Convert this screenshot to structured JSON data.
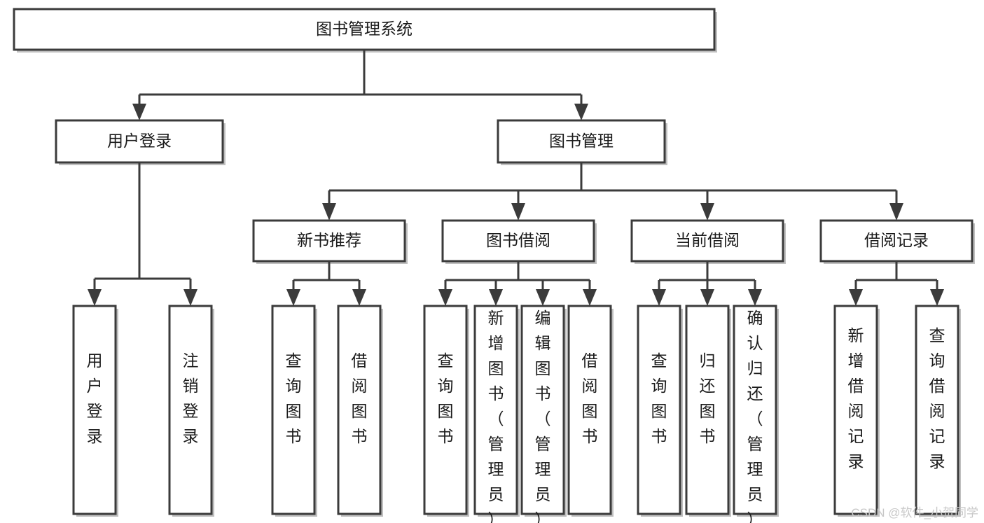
{
  "diagram": {
    "type": "tree",
    "title": "图书管理系统",
    "orientation": "top-down",
    "style": {
      "box_fill": "#ffffff",
      "box_stroke": "#3b3b3b",
      "text_color": "#1b1b1b",
      "watermark_color": "#c8c8c8"
    },
    "levels": {
      "root": {
        "label": "图书管理系统"
      },
      "level2": [
        {
          "label": "用户登录"
        },
        {
          "label": "图书管理"
        }
      ],
      "level3": [
        {
          "label": "新书推荐"
        },
        {
          "label": "图书借阅"
        },
        {
          "label": "当前借阅"
        },
        {
          "label": "借阅记录"
        }
      ],
      "leaves": {
        "user_login": [
          "用户登录",
          "注销登录"
        ],
        "new_book_recommend": [
          "查询图书",
          "借阅图书"
        ],
        "book_borrow": [
          "查询图书",
          "新增图书（管理员）",
          "编辑图书（管理员）",
          "借阅图书"
        ],
        "current_borrow": [
          "查询图书",
          "归还图书",
          "确认归还（管理员）"
        ],
        "borrow_record": [
          "新增借阅记录",
          "查询借阅记录"
        ]
      }
    },
    "edges": [
      {
        "from": "图书管理系统",
        "to": "用户登录"
      },
      {
        "from": "图书管理系统",
        "to": "图书管理"
      },
      {
        "from": "用户登录",
        "to": "用户登录"
      },
      {
        "from": "用户登录",
        "to": "注销登录"
      },
      {
        "from": "图书管理",
        "to": "新书推荐"
      },
      {
        "from": "图书管理",
        "to": "图书借阅"
      },
      {
        "from": "图书管理",
        "to": "当前借阅"
      },
      {
        "from": "图书管理",
        "to": "借阅记录"
      },
      {
        "from": "新书推荐",
        "to": "查询图书"
      },
      {
        "from": "新书推荐",
        "to": "借阅图书"
      },
      {
        "from": "图书借阅",
        "to": "查询图书"
      },
      {
        "from": "图书借阅",
        "to": "新增图书（管理员）"
      },
      {
        "from": "图书借阅",
        "to": "编辑图书（管理员）"
      },
      {
        "from": "图书借阅",
        "to": "借阅图书"
      },
      {
        "from": "当前借阅",
        "to": "查询图书"
      },
      {
        "from": "当前借阅",
        "to": "归还图书"
      },
      {
        "from": "当前借阅",
        "to": "确认归还（管理员）"
      },
      {
        "from": "借阅记录",
        "to": "新增借阅记录"
      },
      {
        "from": "借阅记录",
        "to": "查询借阅记录"
      }
    ]
  },
  "watermark": {
    "text": "CSDN @软件_小贺同学"
  }
}
